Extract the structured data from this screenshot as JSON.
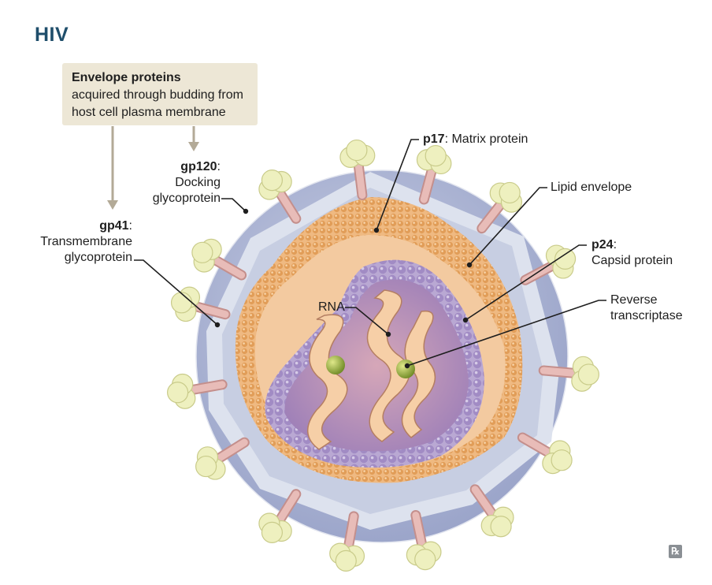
{
  "title": "HIV",
  "envelope_box": {
    "heading": "Envelope proteins",
    "line1": "acquired through budding from",
    "line2": "host cell plasma membrane"
  },
  "labels": {
    "gp120": {
      "bold": "gp120",
      "colon": ":",
      "line1": "Docking",
      "line2": "glycoprotein"
    },
    "gp41": {
      "bold": "gp41",
      "colon": ":",
      "line1": "Transmembrane",
      "line2": "glycoprotein"
    },
    "p17": {
      "bold": "p17",
      "rest": ": Matrix protein"
    },
    "lipid": "Lipid envelope",
    "p24": {
      "bold": "p24",
      "colon": ":",
      "line1": "Capsid protein"
    },
    "rt": {
      "line1": "Reverse",
      "line2": "transcriptase"
    },
    "rna": "RNA"
  },
  "logo": "℞",
  "colors": {
    "title": "#1f4e6b",
    "envelope_box_bg": "#ede7d6",
    "envelope_outer": "#aab3d2",
    "envelope_inner": "#dfe3ee",
    "matrix": "#e7a866",
    "capsid": "#a995c6",
    "interior": "#f1c697",
    "gp120": "#eef0bf",
    "gp41": "#e3b2ae",
    "arrow": "#b3aa97",
    "reverse_transcriptase": "#8fa33a",
    "rna": "#f6cfa7"
  }
}
